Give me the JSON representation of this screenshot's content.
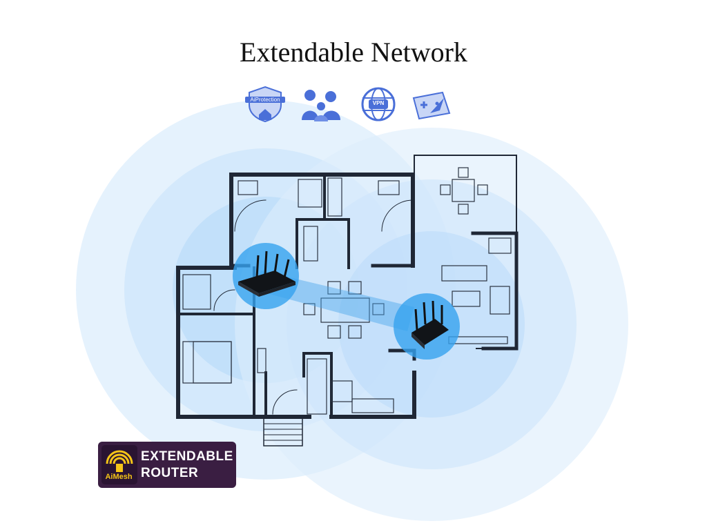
{
  "title": "Extendable Network",
  "features": {
    "aiprotection_label": "AiProtection",
    "vpn_label": "VPN"
  },
  "badge": {
    "logo_text": "AiMesh",
    "line1": "EXTENDABLE",
    "line2": "ROUTER",
    "background": "#3a1e42",
    "logo_color": "#f5c518"
  },
  "colors": {
    "coverage": "#9ecdf6",
    "coverage_core": "#3aa7ef",
    "walls": "#1f2735",
    "icons": "#4a6fd8"
  },
  "icons": [
    "aiprotection-shield-icon",
    "parental-controls-family-icon",
    "vpn-globe-icon",
    "game-accelerator-icon",
    "wifi-router-icon",
    "aimesh-logo-icon"
  ]
}
